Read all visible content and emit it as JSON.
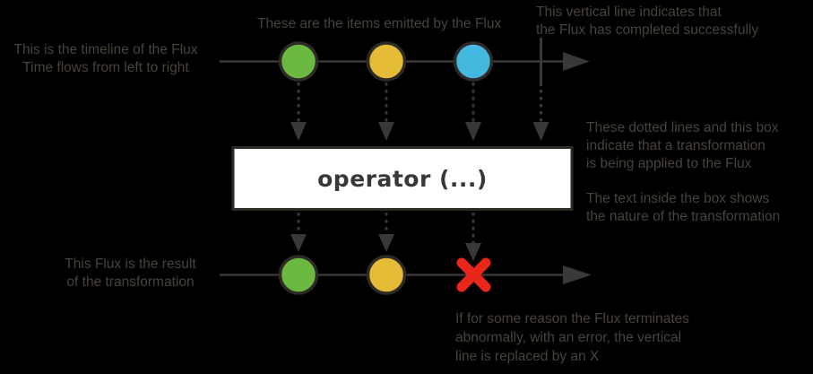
{
  "diagram": {
    "operator_box": {
      "label": "operator (...)"
    },
    "annotations": {
      "timeline": {
        "lines": [
          "This is the timeline of the Flux",
          "Time flows from left to right"
        ]
      },
      "items": {
        "lines": [
          "These are the items emitted by the Flux"
        ]
      },
      "completed": {
        "lines": [
          "This vertical line indicates that",
          "the Flux has completed successfully"
        ]
      },
      "transformation": {
        "lines": [
          "These dotted lines and this box",
          "indicate that a transformation",
          "is being applied to the Flux"
        ]
      },
      "box_text": {
        "lines": [
          "The text inside the box shows",
          "the nature of the transformation"
        ]
      },
      "result": {
        "lines": [
          "This Flux is the result",
          "of the transformation"
        ]
      },
      "error": {
        "lines": [
          "If for some reason the Flux terminates",
          "abnormally, with an error, the vertical",
          "line is replaced by an X"
        ]
      }
    },
    "colors": {
      "background": "#000000",
      "marble_green": "#6cb942",
      "marble_yellow": "#e4bc38",
      "marble_blue": "#45b8df",
      "marble_outline": "#2e2b27",
      "error_x": "#e8261a",
      "line": "#3a3836",
      "annotation_text": "#48423c",
      "operator_box_bg": "#ffffff",
      "operator_text": "#383838"
    }
  }
}
